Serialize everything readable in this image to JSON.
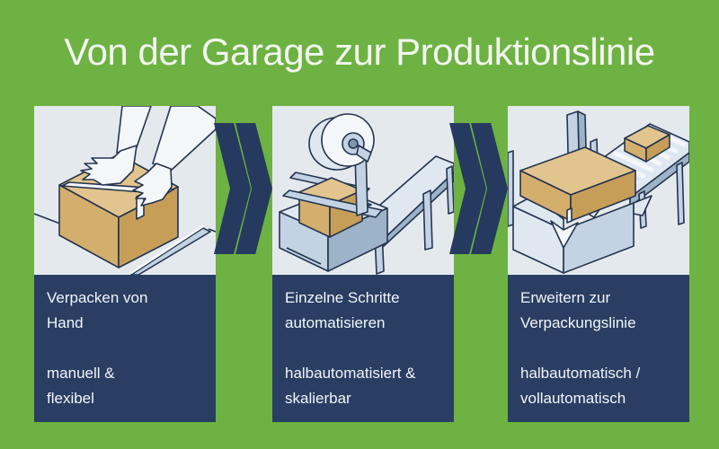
{
  "title": "Von der Garage zur Produktionslinie",
  "colors": {
    "background": "#6db242",
    "title_color": "#f3f6f0",
    "caption_bg": "#293e62",
    "caption_color": "#f2f5f9",
    "arrow_color": "#253a5e",
    "illustration_bg": "#e4e9ee",
    "box_tan": "#d4ae6c",
    "machine_blue": "#c3d3e4"
  },
  "panels": [
    {
      "id": "step-1",
      "illustration": "packing-by-hand",
      "lines": [
        "Verpacken von",
        "Hand",
        "",
        "manuell &",
        "flexibel"
      ]
    },
    {
      "id": "step-2",
      "illustration": "semi-automatic-taping-machine",
      "lines": [
        "Einzelne Schritte",
        "automatisieren",
        "",
        "halbautomatisiert &",
        "skalierbar"
      ]
    },
    {
      "id": "step-3",
      "illustration": "packaging-line-conveyor",
      "lines": [
        "Erweitern zur",
        "Verpackungslinie",
        "",
        "halbautomatisch /",
        "vollautomatisch"
      ]
    }
  ],
  "arrows": [
    {
      "type": "double-chevron-right"
    },
    {
      "type": "double-chevron-right"
    }
  ]
}
